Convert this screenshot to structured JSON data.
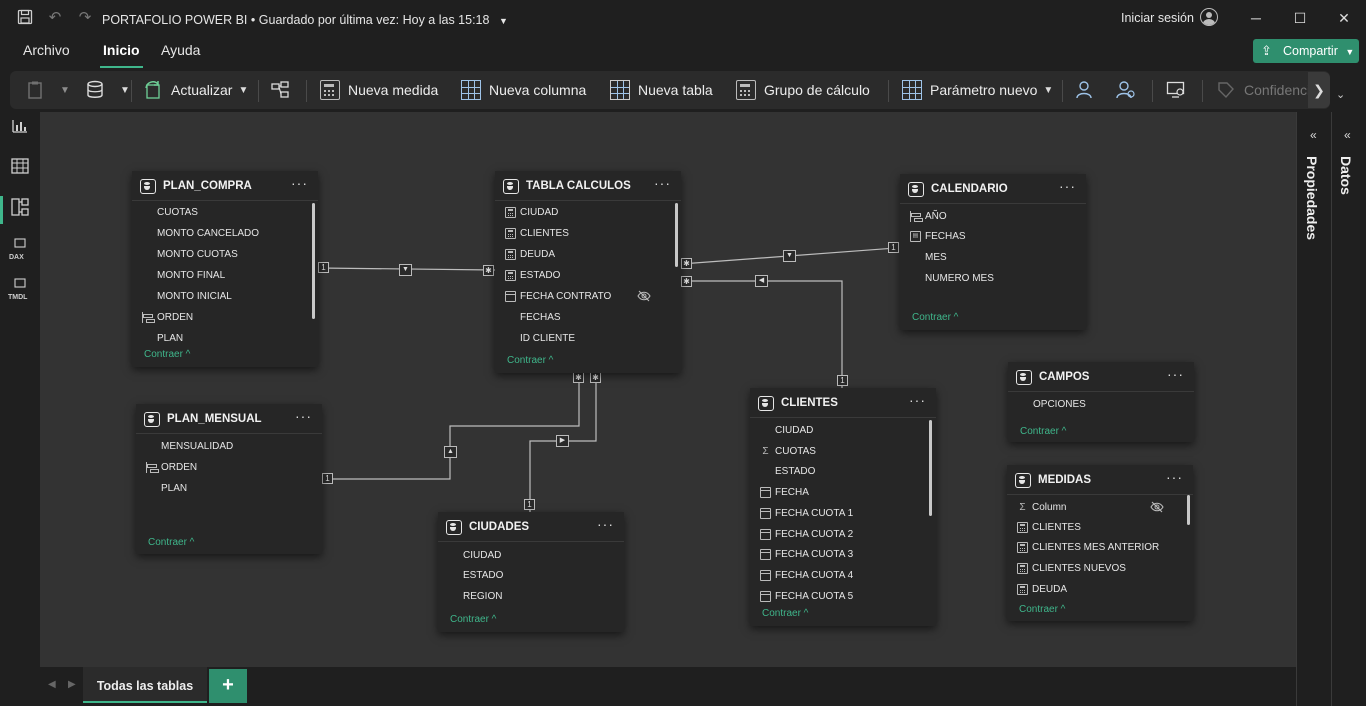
{
  "window": {
    "title": "PORTAFOLIO POWER BI",
    "saved_status": "Guardado por última vez: Hoy a las 15:18",
    "separator": "•",
    "sign_in": "Iniciar sesión",
    "minimize": "─",
    "maximize": "☐",
    "close": "✕"
  },
  "menu": {
    "items": [
      "Archivo",
      "Inicio",
      "Ayuda"
    ],
    "active": "Inicio",
    "share": "Compartir"
  },
  "ribbon": {
    "refresh": "Actualizar",
    "new_measure": "Nueva medida",
    "new_column": "Nueva columna",
    "new_table": "Nueva tabla",
    "calc_group": "Grupo de cálculo",
    "new_param": "Parámetro nuevo",
    "sensitivity": "Confidencial"
  },
  "left_rail": {
    "dax": "DAX",
    "tmdl": "TMDL"
  },
  "right_panes": {
    "properties": "Propiedades",
    "data": "Datos"
  },
  "bottom": {
    "tab_all": "Todas las tablas",
    "add": "+"
  },
  "collapse_label": "Contraer",
  "tables": {
    "plan_compra": {
      "name": "PLAN_COMPRA",
      "fields": [
        {
          "label": "CUOTAS",
          "icon": "none"
        },
        {
          "label": "MONTO CANCELADO",
          "icon": "none"
        },
        {
          "label": "MONTO CUOTAS",
          "icon": "none"
        },
        {
          "label": "MONTO FINAL",
          "icon": "none"
        },
        {
          "label": "MONTO INICIAL",
          "icon": "none"
        },
        {
          "label": "ORDEN",
          "icon": "hierarchy"
        },
        {
          "label": "PLAN",
          "icon": "none"
        }
      ]
    },
    "tabla_calculos": {
      "name": "TABLA CALCULOS",
      "fields": [
        {
          "label": "CIUDAD",
          "icon": "calculated-column"
        },
        {
          "label": "CLIENTES",
          "icon": "calculated-column"
        },
        {
          "label": "DEUDA",
          "icon": "calculated-column"
        },
        {
          "label": "ESTADO",
          "icon": "calculated-column"
        },
        {
          "label": "FECHA CONTRATO",
          "icon": "date-table",
          "hidden": true
        },
        {
          "label": "FECHAS",
          "icon": "none"
        },
        {
          "label": "ID CLIENTE",
          "icon": "none"
        }
      ]
    },
    "calendario": {
      "name": "CALENDARIO",
      "fields": [
        {
          "label": "AÑO",
          "icon": "hierarchy"
        },
        {
          "label": "FECHAS",
          "icon": "id-card"
        },
        {
          "label": "MES",
          "icon": "none"
        },
        {
          "label": "NUMERO MES",
          "icon": "none"
        }
      ]
    },
    "plan_mensual": {
      "name": "PLAN_MENSUAL",
      "fields": [
        {
          "label": "MENSUALIDAD",
          "icon": "none"
        },
        {
          "label": "ORDEN",
          "icon": "hierarchy"
        },
        {
          "label": "PLAN",
          "icon": "none"
        }
      ]
    },
    "ciudades": {
      "name": "CIUDADES",
      "fields": [
        {
          "label": "CIUDAD",
          "icon": "none"
        },
        {
          "label": "ESTADO",
          "icon": "none"
        },
        {
          "label": "REGION",
          "icon": "none"
        }
      ]
    },
    "clientes": {
      "name": "CLIENTES",
      "fields": [
        {
          "label": "CIUDAD",
          "icon": "none"
        },
        {
          "label": "CUOTAS",
          "icon": "sum"
        },
        {
          "label": "ESTADO",
          "icon": "none"
        },
        {
          "label": "FECHA",
          "icon": "date-table"
        },
        {
          "label": "FECHA CUOTA 1",
          "icon": "date-table"
        },
        {
          "label": "FECHA CUOTA 2",
          "icon": "date-table"
        },
        {
          "label": "FECHA CUOTA 3",
          "icon": "date-table"
        },
        {
          "label": "FECHA CUOTA 4",
          "icon": "date-table"
        },
        {
          "label": "FECHA CUOTA 5",
          "icon": "date-table"
        }
      ]
    },
    "campos": {
      "name": "CAMPOS",
      "fields": [
        {
          "label": "OPCIONES",
          "icon": "none"
        }
      ]
    },
    "medidas": {
      "name": "MEDIDAS",
      "fields": [
        {
          "label": "Column",
          "icon": "sum",
          "hidden": true
        },
        {
          "label": "CLIENTES",
          "icon": "calculator"
        },
        {
          "label": "CLIENTES MES ANTERIOR",
          "icon": "calculator"
        },
        {
          "label": "CLIENTES NUEVOS",
          "icon": "calculator"
        },
        {
          "label": "DEUDA",
          "icon": "calculator"
        }
      ]
    }
  },
  "relationships": {
    "one": "1",
    "many": "✱"
  },
  "colors": {
    "accent": "#3fb68b",
    "share": "#2f8f6e",
    "canvas": "#333333",
    "card": "#262626",
    "chrome": "#1f1f1f"
  }
}
